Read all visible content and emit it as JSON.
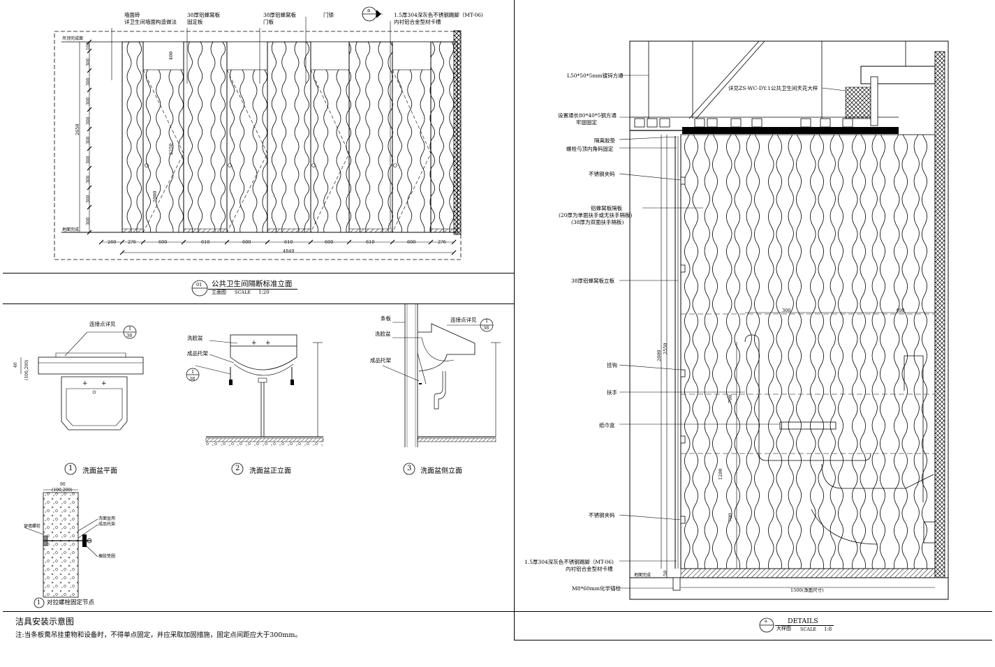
{
  "top_elevation": {
    "labels": {
      "wall_tile": "墙面砖",
      "wall_tile_note": "详卫生间墙面构造做法",
      "fixed_panel": "38厚铝蜂窝板",
      "fixed_panel_note": "固定板",
      "door_panel": "38厚铝蜂窝板",
      "door_panel_note": "门板",
      "door_lock": "门锁",
      "kick_plate": "1.5厚304深灰色不锈钢踢脚（MT-06)",
      "kick_plate_note": "内衬铝合金型材卡槽",
      "callout_letter": "a",
      "ceiling_level": "吊顶完成面",
      "floor_level": "地面完成",
      "height_2650": "2650",
      "inner_400": "400",
      "inner_2250": "2250",
      "inner_2000": "2000",
      "total_width": "4840"
    },
    "left_dims": [
      "100",
      "300",
      "300",
      "300",
      "300",
      "300",
      "300",
      "300",
      "300",
      "300"
    ],
    "bottom_dims": [
      "260",
      "2?6",
      "600",
      "610",
      "600",
      "610",
      "600",
      "610",
      "600",
      "2?6"
    ],
    "title_circle": "01",
    "title": "公共卫生间隔断标准立面",
    "subtitle": "立面图",
    "scale_label": "SCALE",
    "scale_value": "1:20"
  },
  "basin": {
    "plan": {
      "callout": "连接点详见",
      "callout_num": "1",
      "callout_sheet": "38",
      "dim_a": "40",
      "dim_b": "(100,200)",
      "caption_num": "1",
      "caption": "洗面盆平面"
    },
    "front": {
      "label_basin": "洗脸盆",
      "label_bracket": "成品托架",
      "callout_num": "1",
      "callout_sheet": "38",
      "caption_num": "2",
      "caption": "洗面盆正立面"
    },
    "side": {
      "label_strip": "条板",
      "label_basin": "洗脸盆",
      "label_bracket": "成品托架",
      "callout": "连接点详见",
      "callout_num": "1",
      "callout_sheet": "38",
      "caption_num": "3",
      "caption": "洗面盆侧立面"
    },
    "bolt_node": {
      "dim_a": "90",
      "dim_b": "(100,200)",
      "label_bolt": "穿墙螺栓",
      "label_fixture": "洗面盆用",
      "label_fixture2": "成品托架",
      "label_pad": "橡胶垫圈",
      "caption_num": "1",
      "caption": "对拉螺栓固定节点"
    },
    "section_title": "洁具安装示意图",
    "note": "注:当条板需吊挂重物和设备时，不得单点固定，并应采取加固措施，固定点间距应大于300mm。"
  },
  "detail": {
    "labels": {
      "l50": "L50*50*5mm镀锌方通",
      "ceiling_ref": "详见ZS-WC-DY.1公共卫生间天花大样",
      "steel_tube": "设置通长80*40*5钢方通",
      "steel_tube2": "牢固固定",
      "rubber": "隔离胶垫",
      "bolt": "螺栓与顶内角码固定",
      "clip1": "不锈钢夹码",
      "partition": "铝蜂窝板隔板",
      "partition2": "(20厚为单面扶手或无扶手隔板)",
      "partition3": "(38厚为双面扶手隔板)",
      "vertical_panel": "38厚铝蜂窝板立板",
      "hook": "挂钩",
      "handrail": "扶手",
      "tissue": "纸巾盒",
      "clip2": "不锈钢夹码",
      "kick": "1.5厚304深灰色不锈钢踢脚（MT-06)",
      "kick2": "内衬铝合金型材卡槽",
      "anchor": "M8*60mm化学锚栓",
      "floor_level": "地面完成",
      "dim_300": "300",
      "dim_400": "400",
      "dim_2600": "2600",
      "dim_2550": "2550",
      "dim_700a": "700",
      "dim_1200": "1200",
      "dim_700b": "700",
      "dim_50": "50",
      "dim_1500": "1500(净面尺寸)"
    },
    "title_letter": "a",
    "title": "DETAILS",
    "subtitle": "大样图",
    "scale_label": "SCALE",
    "scale_value": "1:8"
  }
}
